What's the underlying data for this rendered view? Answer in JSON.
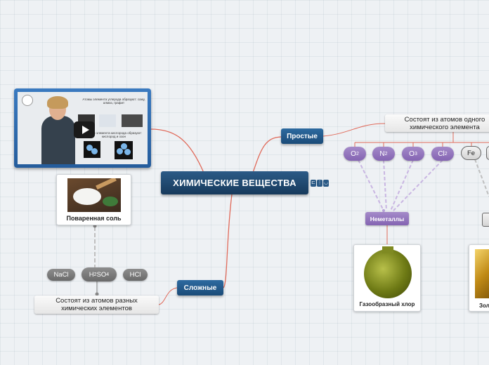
{
  "map": {
    "central": "ХИМИЧЕСКИЕ ВЕЩЕСТВА",
    "central_badge": [
      "⊏",
      "⋮",
      "◡"
    ],
    "simple": {
      "label": "Простые",
      "desc": "Состоят из атомов одного химического элемента",
      "formulas": [
        {
          "base": "O",
          "sub": "2"
        },
        {
          "base": "N",
          "sub": "2"
        },
        {
          "base": "O",
          "sub": "3"
        },
        {
          "base": "Cl",
          "sub": "2"
        }
      ],
      "metal": "Fe",
      "group": "Неметаллы",
      "image_caption": "Газообразный хлор",
      "gold_caption": "Зол"
    },
    "complex": {
      "label": "Сложные",
      "desc": "Состоят из атомов разных химических элементов",
      "formulas": [
        {
          "label": "NaCl"
        },
        {
          "label": "H2SO4"
        },
        {
          "label": "HCl"
        }
      ],
      "image_caption": "Поваренная соль"
    },
    "video": {
      "slide_text_1": "Атомы элемента углерода образуют: сажу, алмаз, графит",
      "slide_text_2": "Атомы элемента кислорода образуют: кислород и озон"
    }
  },
  "colors": {
    "central": "#1f4a72",
    "topic_blue": "#2563a0",
    "purple": "#9276bf",
    "connector_red": "#e06a5a",
    "connector_purple": "#c9b6e2",
    "connector_gray": "#bfbfbf"
  }
}
